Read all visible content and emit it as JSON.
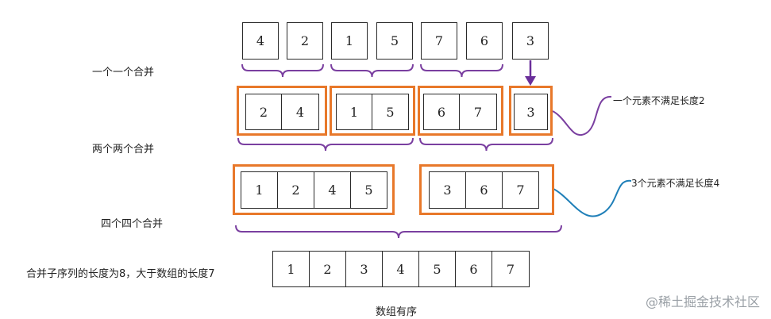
{
  "rows": {
    "initial": [
      "4",
      "2",
      "1",
      "5",
      "7",
      "6",
      "3"
    ],
    "pass1": [
      [
        "2",
        "4"
      ],
      [
        "1",
        "5"
      ],
      [
        "6",
        "7"
      ],
      [
        "3"
      ]
    ],
    "pass2": [
      [
        "1",
        "2",
        "4",
        "5"
      ],
      [
        "3",
        "6",
        "7"
      ]
    ],
    "final": [
      "1",
      "2",
      "3",
      "4",
      "5",
      "6",
      "7"
    ]
  },
  "labels": {
    "merge_one": "一个一个合并",
    "merge_two": "两个两个合并",
    "merge_four": "四个四个合并",
    "merge_eight": "合并子序列的长度为8，大于数组的长度7",
    "sorted": "数组有序"
  },
  "annotations": {
    "one_left": "一个元素不满足长度2",
    "three_left": "3个元素不满足长度4"
  },
  "watermark": "@稀土掘金技术社区",
  "colors": {
    "group_border": "#e8782a",
    "bracket": "#7a3fa0",
    "arrow": "#6a2f9a",
    "callout_one": "#7a3fa0",
    "callout_three": "#1f7fb8"
  }
}
